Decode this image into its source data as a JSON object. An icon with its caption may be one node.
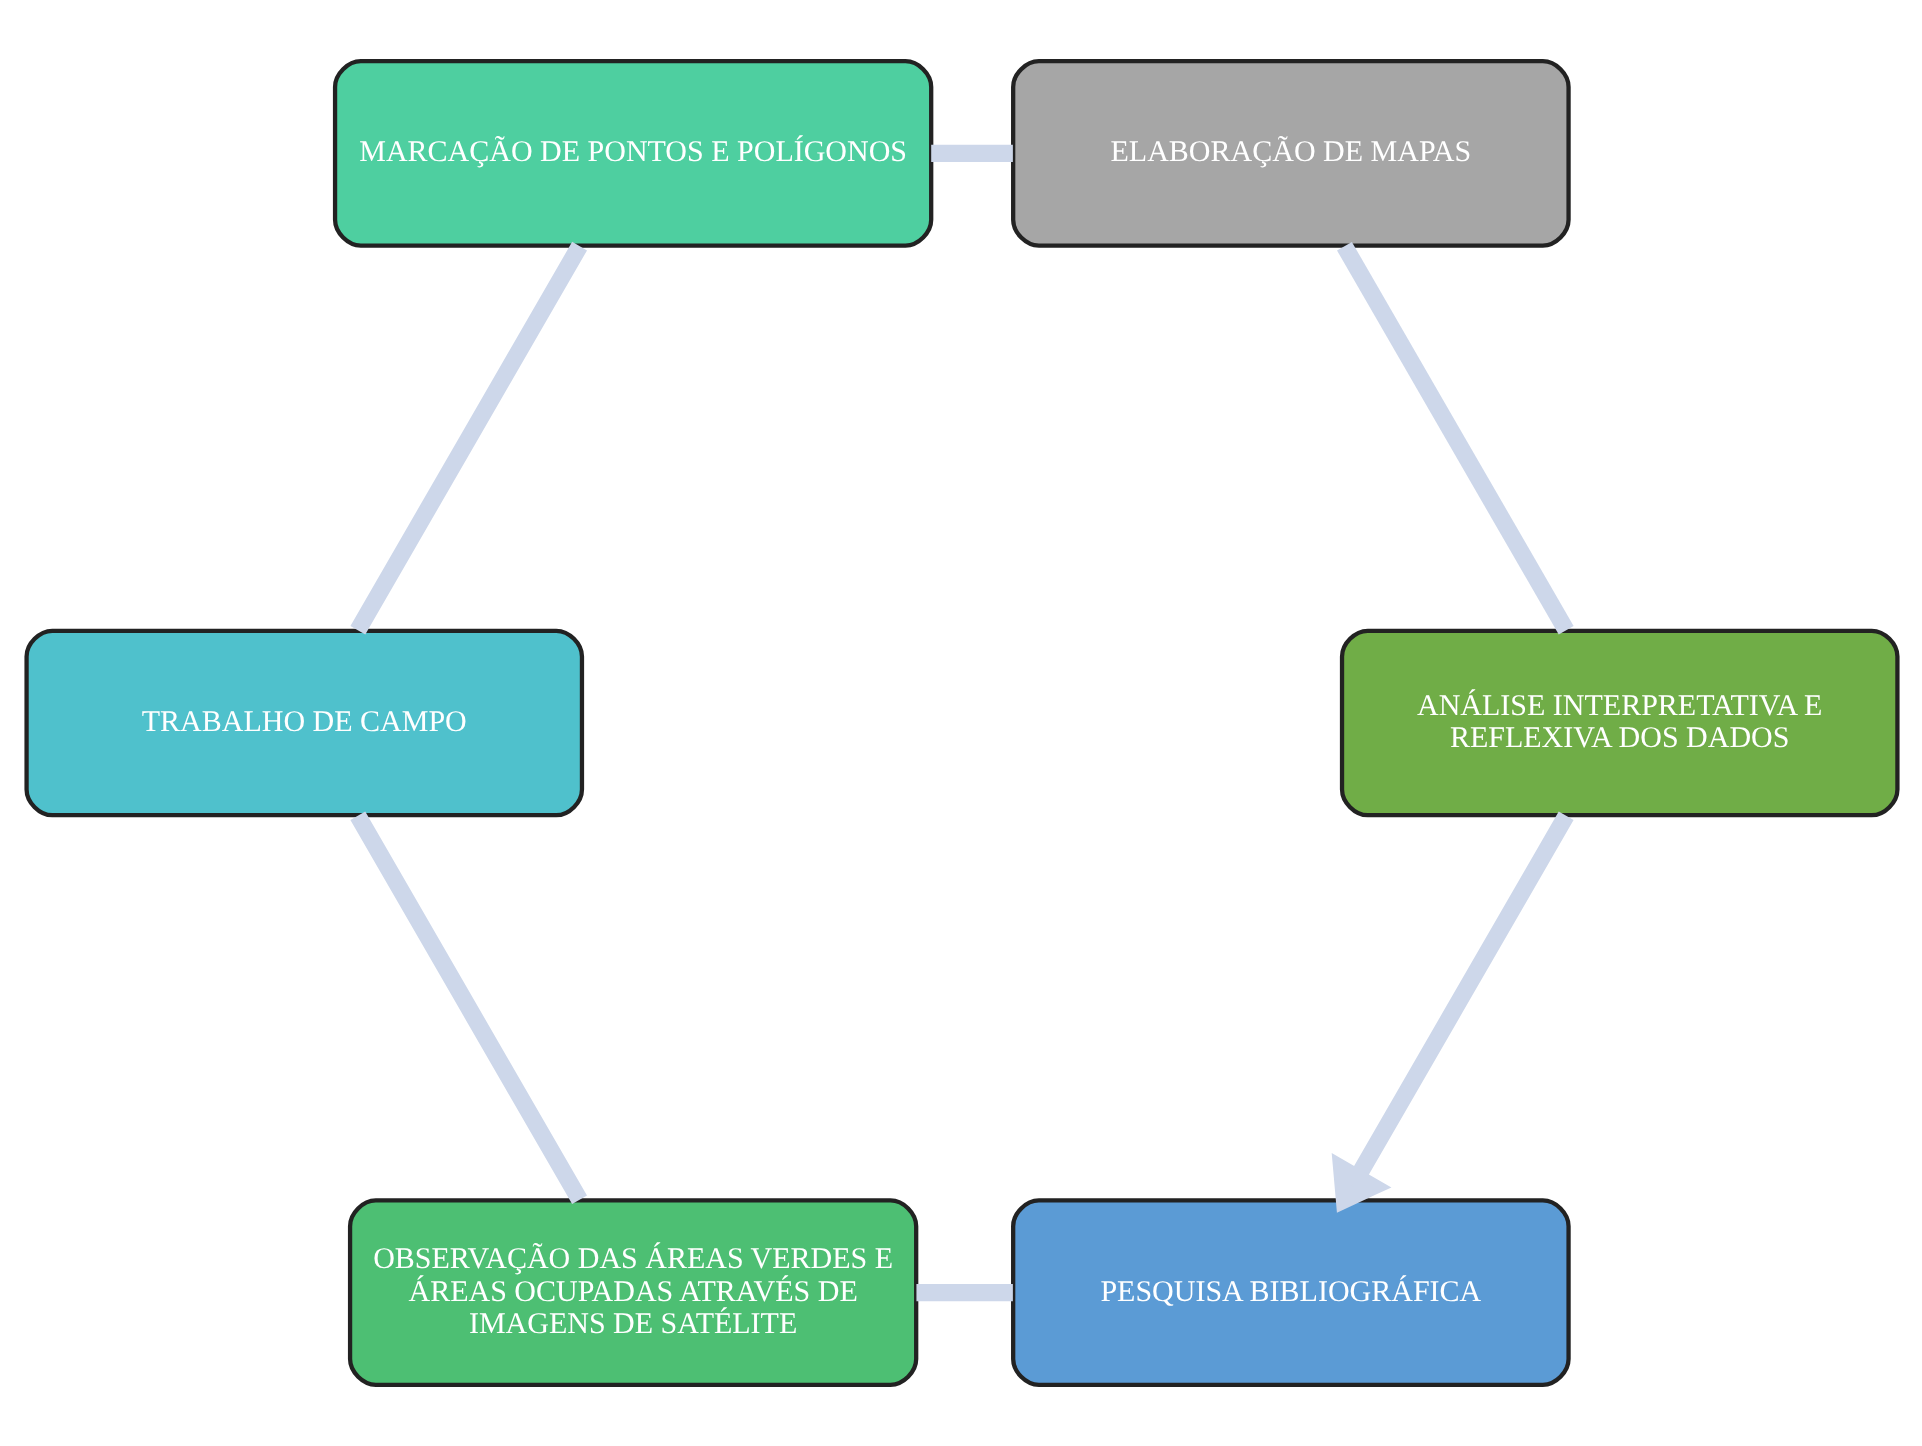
{
  "diagram": {
    "nodes": [
      {
        "text": [
          "PESQUISA BIBLIOGRÁFICA"
        ]
      },
      {
        "text": [
          "OBSERVAÇÃO DAS ÁREAS VERDES E ÁREAS OCUPADAS ATRAVÉS DE IMAGENS DE SATÉLITE"
        ]
      },
      {
        "text": [
          "TRABALHO DE CAMPO"
        ]
      },
      {
        "text": [
          "MARCAÇÃO DE PONTOS E POLÍGONOS"
        ]
      },
      {
        "text": [
          "ELABORAÇÃO DE MAPAS"
        ]
      },
      {
        "text": [
          "ANÁLISE INTERPRETATIVA E REFLEXIVA DOS DADOS"
        ]
      }
    ],
    "edges": [
      {
        "from": 0,
        "to": 1,
        "arrow": "none"
      },
      {
        "from": 1,
        "to": 2,
        "arrow": "none"
      },
      {
        "from": 2,
        "to": 3,
        "arrow": "none"
      },
      {
        "from": 3,
        "to": 4,
        "arrow": "none"
      },
      {
        "from": 4,
        "to": 5,
        "arrow": "none"
      },
      {
        "from": 5,
        "to": 0,
        "arrow": "to"
      }
    ]
  }
}
